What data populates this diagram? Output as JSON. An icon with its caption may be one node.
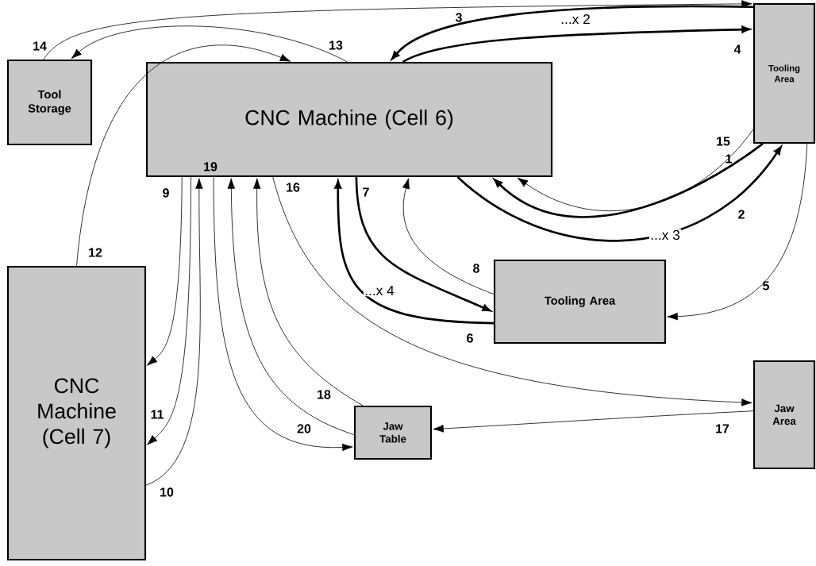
{
  "diagram": {
    "nodes": [
      {
        "text": [
          "Tool Storage"
        ]
      },
      {
        "text": [
          "CNC Machine (Cell 6)"
        ]
      },
      {
        "text": [
          "Tooling Area"
        ]
      },
      {
        "text": [
          "CNC Machine (Cell 7)"
        ]
      },
      {
        "text": [
          "Tooling Area"
        ]
      },
      {
        "text": [
          "Jaw Area"
        ]
      },
      {
        "text": [
          "Jaw Table"
        ]
      }
    ],
    "edges": [
      {
        "from": 2,
        "to": 1,
        "arrow": "to",
        "label": "1",
        "style": "thick"
      },
      {
        "from": 1,
        "to": 2,
        "arrow": "to",
        "label": "2",
        "style": "thick"
      },
      {
        "from": 2,
        "to": 1,
        "arrow": "to",
        "label": "15"
      },
      {
        "from": 2,
        "to": 1,
        "arrow": "to",
        "label": "3",
        "style": "thick"
      },
      {
        "from": 1,
        "to": 2,
        "arrow": "to",
        "label": "4",
        "style": "thick"
      },
      {
        "from": 2,
        "to": 4,
        "arrow": "to",
        "label": "5"
      },
      {
        "from": 4,
        "to": 1,
        "arrow": "to",
        "label": "6",
        "style": "thick"
      },
      {
        "from": 1,
        "to": 4,
        "arrow": "to",
        "label": "7",
        "style": "thick"
      },
      {
        "from": 4,
        "to": 1,
        "arrow": "to",
        "label": "8"
      },
      {
        "from": 1,
        "to": 3,
        "arrow": "to",
        "label": "9"
      },
      {
        "from": 1,
        "to": 3,
        "arrow": "to",
        "label": "11"
      },
      {
        "from": 3,
        "to": 1,
        "arrow": "to",
        "label": "10"
      },
      {
        "from": 3,
        "to": 1,
        "arrow": "to",
        "label": "12"
      },
      {
        "from": 1,
        "to": 0,
        "arrow": "to",
        "label": "13"
      },
      {
        "from": 0,
        "to": 2,
        "arrow": "to",
        "label": "14"
      },
      {
        "from": 1,
        "to": 5,
        "arrow": "to",
        "label": "16"
      },
      {
        "from": 5,
        "to": 6,
        "arrow": "to",
        "label": "17"
      },
      {
        "from": 6,
        "to": 1,
        "arrow": "to",
        "label": "18"
      },
      {
        "from": 1,
        "to": 6,
        "arrow": "to",
        "label": "19"
      },
      {
        "from": 6,
        "to": 1,
        "arrow": "to",
        "label": "20"
      }
    ],
    "labels": [
      "...x 2",
      "...x 3",
      "...x 4"
    ]
  }
}
